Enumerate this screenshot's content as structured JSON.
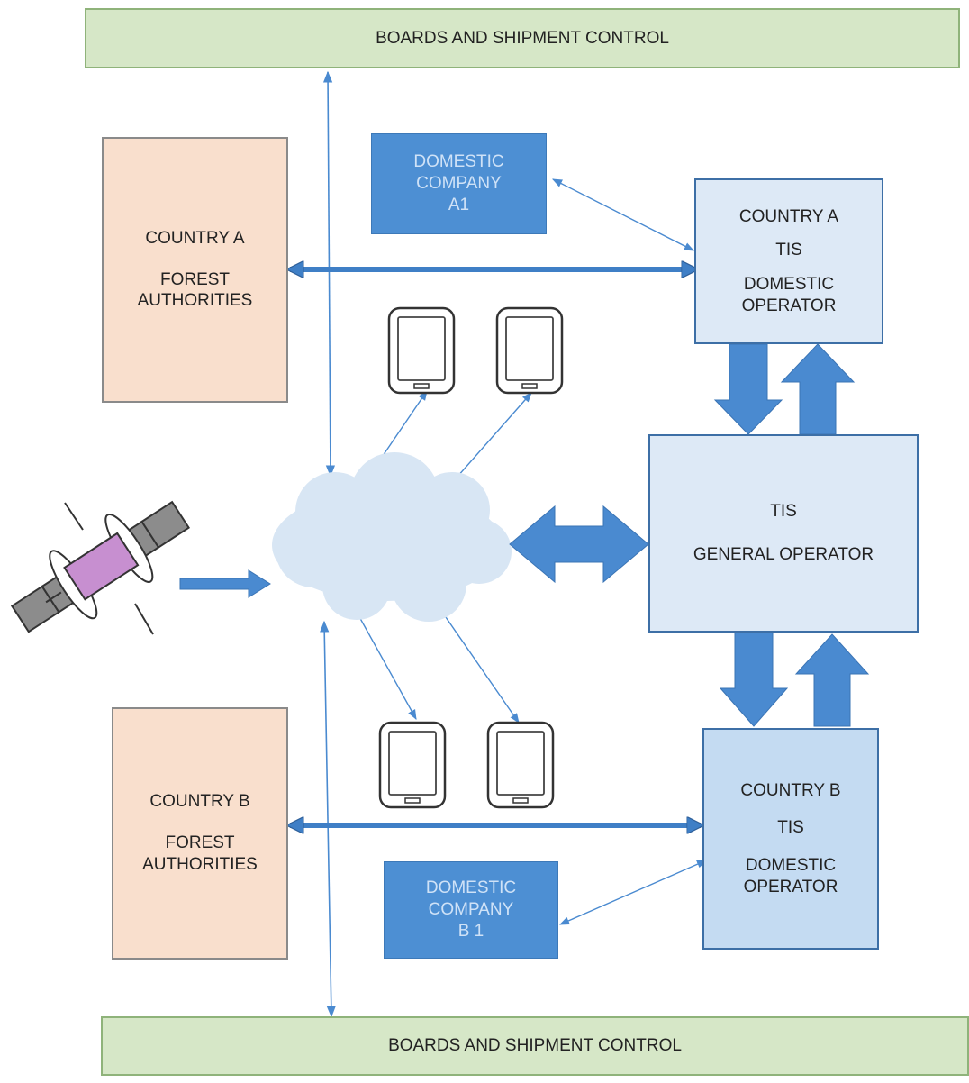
{
  "top_bar": {
    "label": "BOARDS AND SHIPMENT CONTROL"
  },
  "bottom_bar": {
    "label": "BOARDS AND SHIPMENT CONTROL"
  },
  "country_a_forest": {
    "line1": "COUNTRY A",
    "line2": "FOREST",
    "line3": "AUTHORITIES"
  },
  "country_b_forest": {
    "line1": "COUNTRY B",
    "line2": "FOREST",
    "line3": "AUTHORITIES"
  },
  "domestic_company_a1": {
    "line1": "DOMESTIC",
    "line2": "COMPANY",
    "line3": "A1"
  },
  "domestic_company_b1": {
    "line1": "DOMESTIC",
    "line2": "COMPANY",
    "line3": "B 1"
  },
  "country_a_tis": {
    "line1": "COUNTRY A",
    "line2": "TIS",
    "line3": "DOMESTIC",
    "line4": "OPERATOR"
  },
  "country_b_tis": {
    "line1": "COUNTRY B",
    "line2": "TIS",
    "line3": "DOMESTIC",
    "line4": "OPERATOR"
  },
  "tis_general": {
    "line1": "TIS",
    "line2": "GENERAL OPERATOR"
  },
  "colors": {
    "green_fill": "#d6e7c7",
    "peach_fill": "#f9dfcd",
    "pale_blue_fill": "#dde9f6",
    "company_blue": "#4d8fd3",
    "arrow_blue": "#4a8ad0",
    "cloud": "#d8e6f4"
  }
}
